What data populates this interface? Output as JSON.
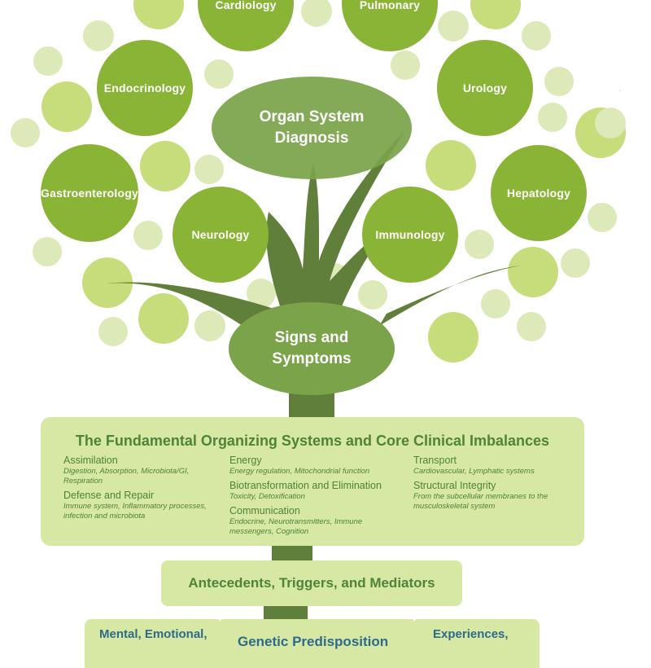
{
  "tree": {
    "root_title": "Organ System Diagnosis",
    "trunk_title": "Signs and Symptoms",
    "specialties": [
      "Cardiology",
      "Pulmonary",
      "Endocrinology",
      "Urology",
      "Gastroenterology",
      "Hepatology",
      "Neurology",
      "Immunology"
    ]
  },
  "core_panel": {
    "title": "The Fundamental Organizing Systems and Core Clinical Imbalances",
    "columns": [
      [
        {
          "heading": "Assimilation",
          "detail": "Digestion, Absorption, Microbiota/GI, Respiration"
        },
        {
          "heading": "Defense and Repair",
          "detail": "Immune system, Inflammatory processes, infection and microbiota"
        }
      ],
      [
        {
          "heading": "Energy",
          "detail": "Energy regulation, Mitochondrial function"
        },
        {
          "heading": "Biotransformation and Elimination",
          "detail": "Toxicity, Detoxification"
        },
        {
          "heading": "Communication",
          "detail": "Endocrine, Neurotransmitters, Immune messengers, Cognition"
        }
      ],
      [
        {
          "heading": "Transport",
          "detail": "Cardiovascular, Lymphatic systems"
        },
        {
          "heading": "Structural Integrity",
          "detail": "From the subcellular membranes to the musculoskeletal system"
        }
      ]
    ]
  },
  "antecedents": "Antecedents, Triggers, and Mediators",
  "foundation": {
    "left": "Mental, Emotional,",
    "center": "Genetic Predisposition",
    "right": "Experiences,"
  },
  "colors": {
    "dark_green": "#5a7d37",
    "mid_green": "#8ab435",
    "light_green": "#d7e7a4",
    "pale_circle": "#dde9b8",
    "text_green": "#4e8338",
    "text_blue": "#2c6b8a"
  }
}
